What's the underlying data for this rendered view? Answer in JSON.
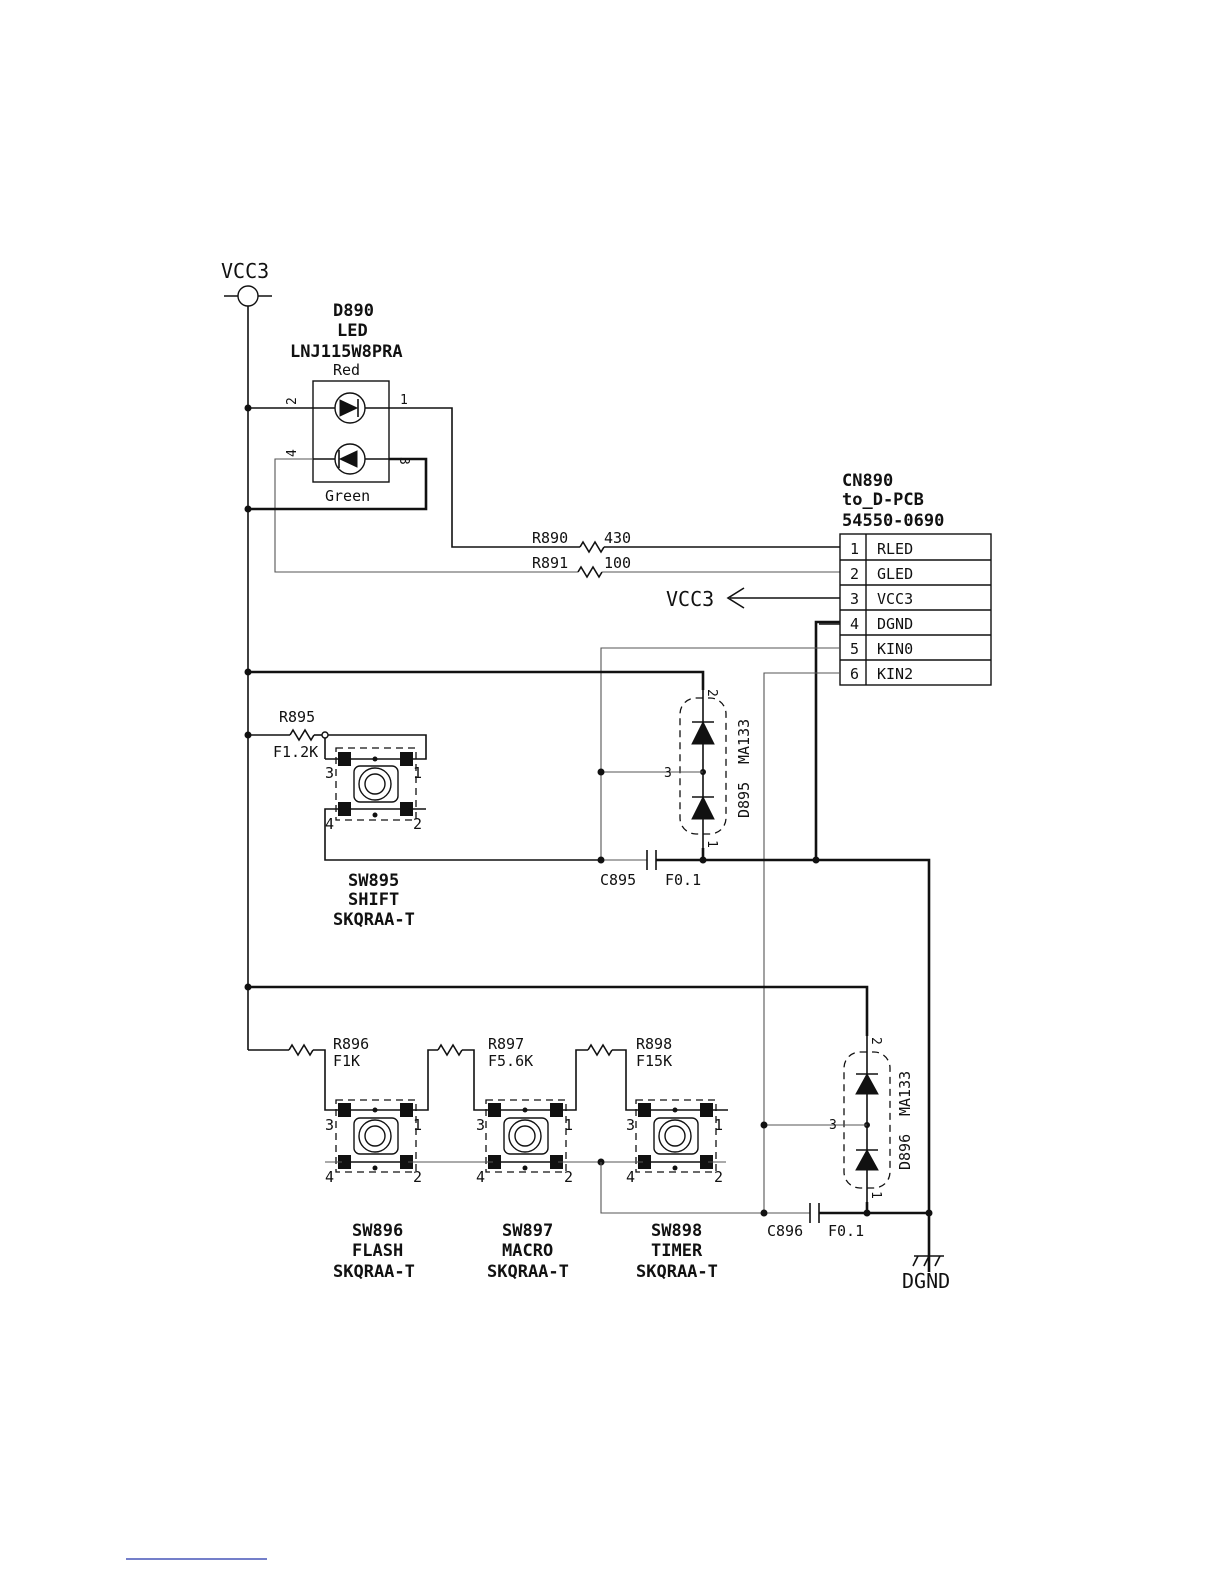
{
  "power": {
    "vcc_top": "VCC3",
    "vcc_arrow": "VCC3",
    "ground": "DGND"
  },
  "led": {
    "ref": "D890",
    "type": "LED",
    "part": "LNJ115W8PRA",
    "color_top": "Red",
    "color_bottom": "Green",
    "pins": [
      "2",
      "1",
      "4",
      "3"
    ]
  },
  "connector": {
    "ref": "CN890",
    "dest": "to_D-PCB",
    "part": "54550-0690",
    "rows": [
      {
        "num": "1",
        "name": "RLED"
      },
      {
        "num": "2",
        "name": "GLED"
      },
      {
        "num": "3",
        "name": "VCC3"
      },
      {
        "num": "4",
        "name": "DGND"
      },
      {
        "num": "5",
        "name": "KIN0"
      },
      {
        "num": "6",
        "name": "KIN2"
      }
    ]
  },
  "resistors": [
    {
      "ref": "R890",
      "value": "430"
    },
    {
      "ref": "R891",
      "value": "100"
    },
    {
      "ref": "R895",
      "value": "F1.2K"
    },
    {
      "ref": "R896",
      "value": "F1K"
    },
    {
      "ref": "R897",
      "value": "F5.6K"
    },
    {
      "ref": "R898",
      "value": "F15K"
    }
  ],
  "capacitors": [
    {
      "ref": "C895",
      "value": "F0.1"
    },
    {
      "ref": "C896",
      "value": "F0.1"
    }
  ],
  "diodes": [
    {
      "ref": "D895",
      "part": "MA133",
      "pins": [
        "2",
        "3",
        "1"
      ]
    },
    {
      "ref": "D896",
      "part": "MA133",
      "pins": [
        "2",
        "3",
        "1"
      ]
    }
  ],
  "switches": [
    {
      "ref": "SW895",
      "func": "SHIFT",
      "part": "SKQRAA-T",
      "pins": [
        "3",
        "1",
        "4",
        "2"
      ]
    },
    {
      "ref": "SW896",
      "func": "FLASH",
      "part": "SKQRAA-T",
      "pins": [
        "3",
        "1",
        "4",
        "2"
      ]
    },
    {
      "ref": "SW897",
      "func": "MACRO",
      "part": "SKQRAA-T",
      "pins": [
        "3",
        "1",
        "4",
        "2"
      ]
    },
    {
      "ref": "SW898",
      "func": "TIMER",
      "part": "SKQRAA-T",
      "pins": [
        "3",
        "1",
        "4",
        "2"
      ]
    }
  ]
}
